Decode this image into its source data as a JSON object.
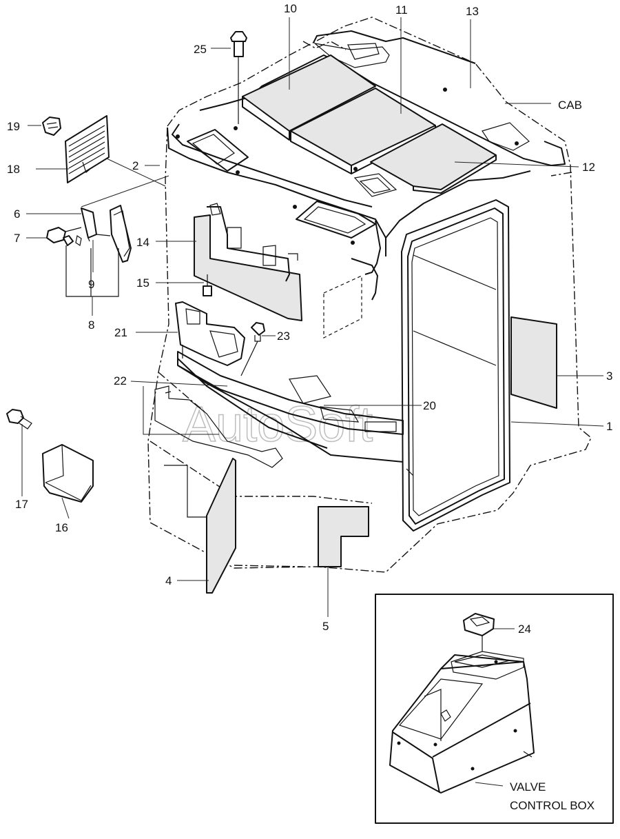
{
  "watermark": "AutoSoft",
  "labels": {
    "n1": "1",
    "n2": "2",
    "n3": "3",
    "n4": "4",
    "n5": "5",
    "n6": "6",
    "n7": "7",
    "n8": "8",
    "n9": "9",
    "n10": "10",
    "n11": "11",
    "n12": "12",
    "n13": "13",
    "n14": "14",
    "n15": "15",
    "n16": "16",
    "n17": "17",
    "n18": "18",
    "n19": "19",
    "n20": "20",
    "n21": "21",
    "n22": "22",
    "n23": "23",
    "n24": "24",
    "n25": "25",
    "cab": "CAB",
    "valve_line1": "VALVE",
    "valve_line2": "CONTROL BOX"
  }
}
